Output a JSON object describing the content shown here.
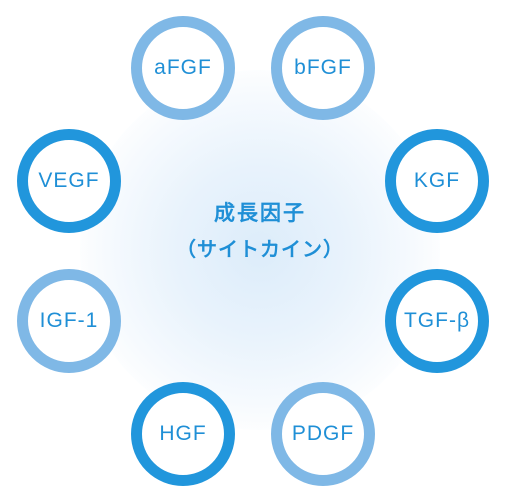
{
  "center": {
    "line1": "成長因子",
    "line2": "（サイトカイン）"
  },
  "colors": {
    "text": "#1f8fd6",
    "ring_light": "#7fb8e6",
    "ring_dark": "#2196dc",
    "glow": "#dcecfa"
  },
  "nodes": [
    {
      "label": "aFGF"
    },
    {
      "label": "bFGF"
    },
    {
      "label": "KGF"
    },
    {
      "label": "TGF-β"
    },
    {
      "label": "PDGF"
    },
    {
      "label": "HGF"
    },
    {
      "label": "IGF-1"
    },
    {
      "label": "VEGF"
    }
  ]
}
